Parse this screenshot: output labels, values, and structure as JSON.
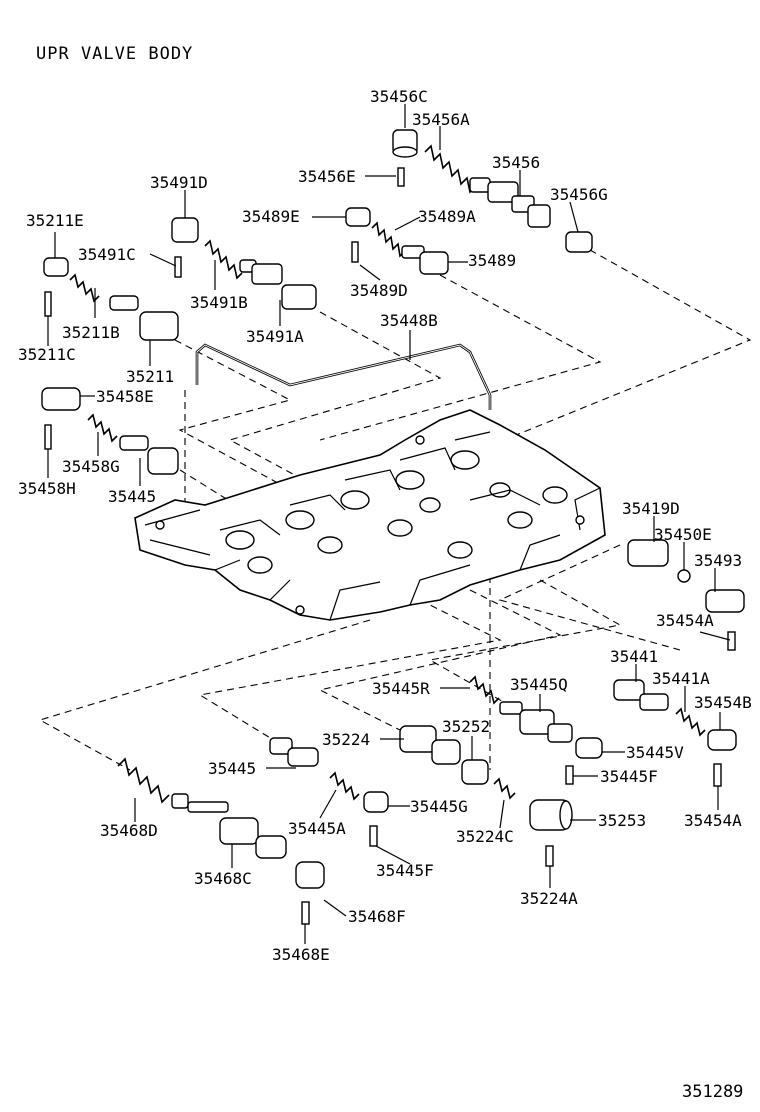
{
  "title": "UPR VALVE BODY",
  "figure_number": "351289",
  "callouts": {
    "p35456C": "35456C",
    "p35456A": "35456A",
    "p35456": "35456",
    "p35456E": "35456E",
    "p35456G": "35456G",
    "p35491D": "35491D",
    "p35489E": "35489E",
    "p35489A": "35489A",
    "p35211E": "35211E",
    "p35491C": "35491C",
    "p35489": "35489",
    "p35489D": "35489D",
    "p35211B": "35211B",
    "p35491B": "35491B",
    "p35211C": "35211C",
    "p35491A": "35491A",
    "p35448B": "35448B",
    "p35211": "35211",
    "p35458E": "35458E",
    "p35458G": "35458G",
    "p35458H": "35458H",
    "p35445_top": "35445",
    "p35419D": "35419D",
    "p35450E": "35450E",
    "p35493": "35493",
    "p35454A_top": "35454A",
    "p35441": "35441",
    "p35441A": "35441A",
    "p35445R": "35445R",
    "p35445Q": "35445Q",
    "p35454B": "35454B",
    "p35224": "35224",
    "p35252": "35252",
    "p35445V": "35445V",
    "p35445_bot": "35445",
    "p35445F_right": "35445F",
    "p35445G": "35445G",
    "p35253": "35253",
    "p35468D": "35468D",
    "p35445A": "35445A",
    "p35224C": "35224C",
    "p35454A_bot": "35454A",
    "p35445F_bot": "35445F",
    "p35468C": "35468C",
    "p35224A": "35224A",
    "p35468F": "35468F",
    "p35468E": "35468E"
  }
}
